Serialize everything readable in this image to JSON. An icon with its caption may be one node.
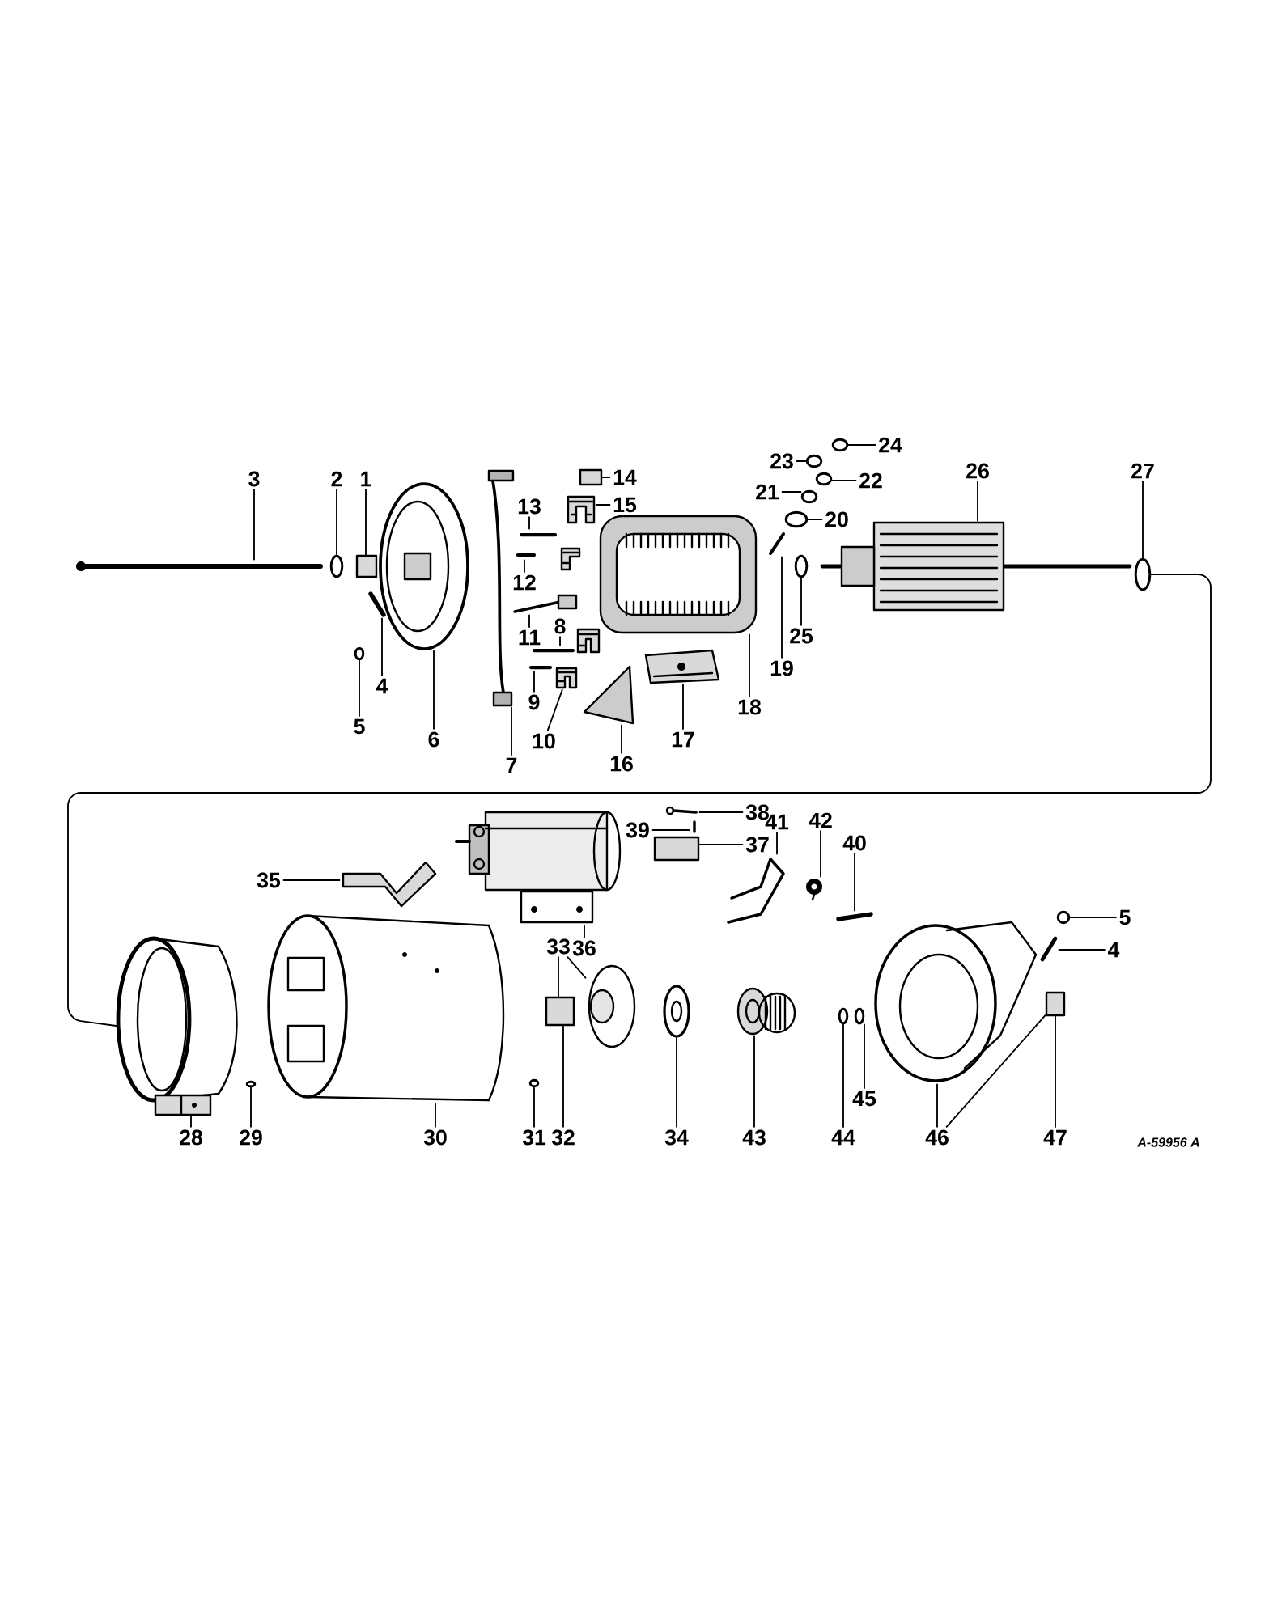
{
  "diagram": {
    "nodes": [
      {
        "text": [
          "1"
        ]
      },
      {
        "text": [
          "2"
        ]
      },
      {
        "text": [
          "3"
        ]
      },
      {
        "text": [
          "4"
        ]
      },
      {
        "text": [
          "5"
        ]
      },
      {
        "text": [
          "6"
        ]
      },
      {
        "text": [
          "7"
        ]
      },
      {
        "text": [
          "8"
        ]
      },
      {
        "text": [
          "9"
        ]
      },
      {
        "text": [
          "10"
        ]
      },
      {
        "text": [
          "11"
        ]
      },
      {
        "text": [
          "12"
        ]
      },
      {
        "text": [
          "13"
        ]
      },
      {
        "text": [
          "14"
        ]
      },
      {
        "text": [
          "15"
        ]
      },
      {
        "text": [
          "16"
        ]
      },
      {
        "text": [
          "17"
        ]
      },
      {
        "text": [
          "18"
        ]
      },
      {
        "text": [
          "19"
        ]
      },
      {
        "text": [
          "20"
        ]
      },
      {
        "text": [
          "21"
        ]
      },
      {
        "text": [
          "22"
        ]
      },
      {
        "text": [
          "23"
        ]
      },
      {
        "text": [
          "24"
        ]
      },
      {
        "text": [
          "25"
        ]
      },
      {
        "text": [
          "26"
        ]
      },
      {
        "text": [
          "27"
        ]
      },
      {
        "text": [
          "28"
        ]
      },
      {
        "text": [
          "29"
        ]
      },
      {
        "text": [
          "30"
        ]
      },
      {
        "text": [
          "31"
        ]
      },
      {
        "text": [
          "32"
        ]
      },
      {
        "text": [
          "33"
        ]
      },
      {
        "text": [
          "34"
        ]
      },
      {
        "text": [
          "35"
        ]
      },
      {
        "text": [
          "36"
        ]
      },
      {
        "text": [
          "37"
        ]
      },
      {
        "text": [
          "38"
        ]
      },
      {
        "text": [
          "39"
        ]
      },
      {
        "text": [
          "40"
        ]
      },
      {
        "text": [
          "41"
        ]
      },
      {
        "text": [
          "42"
        ]
      },
      {
        "text": [
          "43"
        ]
      },
      {
        "text": [
          "44"
        ]
      },
      {
        "text": [
          "45"
        ]
      },
      {
        "text": [
          "46"
        ]
      },
      {
        "text": [
          "47"
        ]
      },
      {
        "text": [
          "5"
        ]
      },
      {
        "text": [
          "4"
        ]
      },
      {
        "text": [],
        "shape": "picture"
      },
      {
        "text": [],
        "shape": "circle"
      },
      {
        "text": [],
        "shape": "box"
      },
      {
        "text": [],
        "shape": "picture"
      },
      {
        "text": [],
        "shape": "circle"
      },
      {
        "text": [],
        "shape": "picture"
      },
      {
        "text": [],
        "shape": "picture"
      },
      {
        "text": [],
        "shape": "box"
      },
      {
        "text": [],
        "shape": "bar"
      },
      {
        "text": [],
        "shape": "picture"
      },
      {
        "text": [],
        "shape": "bar"
      },
      {
        "text": [],
        "shape": "picture"
      },
      {
        "text": [],
        "shape": "bar"
      },
      {
        "text": [],
        "shape": "bar"
      },
      {
        "text": [],
        "shape": "picture"
      },
      {
        "text": [],
        "shape": "picture"
      },
      {
        "text": [],
        "shape": "picture"
      },
      {
        "text": [],
        "shape": "picture"
      },
      {
        "text": [],
        "shape": "picture"
      },
      {
        "text": [],
        "shape": "circle"
      },
      {
        "text": [],
        "shape": "circle"
      },
      {
        "text": [],
        "shape": "circle"
      },
      {
        "text": [],
        "shape": "circle"
      },
      {
        "text": [],
        "shape": "circle"
      },
      {
        "text": [],
        "shape": "circle"
      },
      {
        "text": [],
        "shape": "picture"
      },
      {
        "text": [],
        "shape": "circle"
      },
      {
        "text": [],
        "shape": "picture"
      },
      {
        "text": [],
        "shape": "circle"
      },
      {
        "text": [],
        "shape": "picture"
      },
      {
        "text": [],
        "shape": "circle"
      },
      {
        "text": [],
        "shape": "box"
      },
      {
        "text": [],
        "shape": "picture"
      },
      {
        "text": [],
        "shape": "picture"
      },
      {
        "text": [],
        "shape": "picture"
      },
      {
        "text": [],
        "shape": "picture"
      },
      {
        "text": [],
        "shape": "box"
      },
      {
        "text": [],
        "shape": "picture"
      },
      {
        "text": [],
        "shape": "picture"
      },
      {
        "text": [],
        "shape": "picture"
      },
      {
        "text": [],
        "shape": "picture"
      },
      {
        "text": [],
        "shape": "picture"
      },
      {
        "text": [],
        "shape": "picture"
      },
      {
        "text": [],
        "shape": "circle"
      },
      {
        "text": [],
        "shape": "circle"
      },
      {
        "text": [],
        "shape": "picture"
      },
      {
        "text": [],
        "shape": "box"
      },
      {
        "text": [],
        "shape": "circle"
      },
      {
        "text": [],
        "shape": "picture"
      },
      {
        "text": [],
        "shape": "picture"
      },
      {
        "text": [],
        "shape": "picture"
      }
    ],
    "edges": [
      {
        "from": 0,
        "to": 51,
        "arrow": "none"
      },
      {
        "from": 1,
        "to": 50,
        "arrow": "none"
      },
      {
        "from": 2,
        "to": 49,
        "arrow": "none"
      },
      {
        "from": 3,
        "to": 52,
        "arrow": "none"
      },
      {
        "from": 4,
        "to": 53,
        "arrow": "none"
      },
      {
        "from": 5,
        "to": 54,
        "arrow": "none"
      },
      {
        "from": 6,
        "to": 55,
        "arrow": "none"
      },
      {
        "from": 7,
        "to": 61,
        "arrow": "none"
      },
      {
        "from": 8,
        "to": 62,
        "arrow": "none"
      },
      {
        "from": 9,
        "to": 63,
        "arrow": "none"
      },
      {
        "from": 10,
        "to": 60,
        "arrow": "none"
      },
      {
        "from": 11,
        "to": 59,
        "arrow": "none"
      },
      {
        "from": 12,
        "to": 57,
        "arrow": "none"
      },
      {
        "from": 13,
        "to": 56,
        "arrow": "none"
      },
      {
        "from": 14,
        "to": 58,
        "arrow": "none"
      },
      {
        "from": 15,
        "to": 64,
        "arrow": "none"
      },
      {
        "from": 16,
        "to": 66,
        "arrow": "none"
      },
      {
        "from": 17,
        "to": 65,
        "arrow": "none"
      },
      {
        "from": 18,
        "to": 67,
        "arrow": "none"
      },
      {
        "from": 19,
        "to": 72,
        "arrow": "none"
      },
      {
        "from": 20,
        "to": 71,
        "arrow": "none"
      },
      {
        "from": 21,
        "to": 70,
        "arrow": "none"
      },
      {
        "from": 22,
        "to": 69,
        "arrow": "none"
      },
      {
        "from": 23,
        "to": 68,
        "arrow": "none"
      },
      {
        "from": 24,
        "to": 73,
        "arrow": "none"
      },
      {
        "from": 25,
        "to": 74,
        "arrow": "none"
      },
      {
        "from": 26,
        "to": 75,
        "arrow": "none"
      },
      {
        "from": 27,
        "to": 76,
        "arrow": "none"
      },
      {
        "from": 28,
        "to": 77,
        "arrow": "none"
      },
      {
        "from": 29,
        "to": 78,
        "arrow": "none"
      },
      {
        "from": 30,
        "to": 79,
        "arrow": "none"
      },
      {
        "from": 31,
        "to": 80,
        "arrow": "none"
      },
      {
        "from": 32,
        "to": 80,
        "arrow": "none"
      },
      {
        "from": 32,
        "to": 81,
        "arrow": "none"
      },
      {
        "from": 33,
        "to": 82,
        "arrow": "none"
      },
      {
        "from": 34,
        "to": 83,
        "arrow": "none"
      },
      {
        "from": 35,
        "to": 84,
        "arrow": "none"
      },
      {
        "from": 36,
        "to": 85,
        "arrow": "none"
      },
      {
        "from": 37,
        "to": 86,
        "arrow": "none"
      },
      {
        "from": 38,
        "to": 87,
        "arrow": "none"
      },
      {
        "from": 39,
        "to": 88,
        "arrow": "none"
      },
      {
        "from": 40,
        "to": 89,
        "arrow": "none"
      },
      {
        "from": 41,
        "to": 90,
        "arrow": "none"
      },
      {
        "from": 42,
        "to": 91,
        "arrow": "none"
      },
      {
        "from": 43,
        "to": 92,
        "arrow": "none"
      },
      {
        "from": 44,
        "to": 93,
        "arrow": "none"
      },
      {
        "from": 45,
        "to": 94,
        "arrow": "none"
      },
      {
        "from": 45,
        "to": 95,
        "arrow": "none"
      },
      {
        "from": 46,
        "to": 95,
        "arrow": "none"
      },
      {
        "from": 47,
        "to": 96,
        "arrow": "none"
      },
      {
        "from": 48,
        "to": 97,
        "arrow": "none"
      },
      {
        "from": 75,
        "to": 76,
        "arrow": "none"
      }
    ],
    "labels": [
      "A-59956 A"
    ]
  }
}
